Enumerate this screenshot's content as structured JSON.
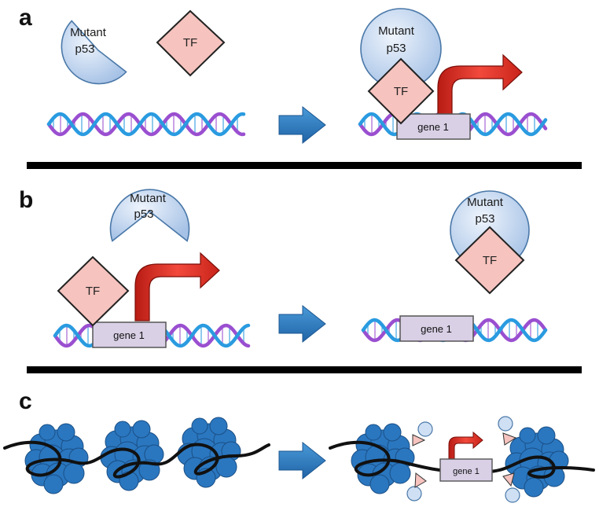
{
  "panels": {
    "a": {
      "label": "a"
    },
    "b": {
      "label": "b"
    },
    "c": {
      "label": "c"
    }
  },
  "labels": {
    "mutant_line1": "Mutant",
    "mutant_line2": "p53",
    "tf": "TF",
    "gene": "gene 1"
  },
  "colors": {
    "p53_fill_light": "#e4eefa",
    "p53_fill_dark": "#a8c4e6",
    "p53_stroke": "#4a78a8",
    "tf_fill": "#f6c3be",
    "tf_stroke": "#222222",
    "gene_fill": "#d9d0e6",
    "gene_stroke": "#555555",
    "dna_strand_a": "#2a9be0",
    "dna_strand_b": "#9a4fd0",
    "process_arrow": "#2f7fc0",
    "transcription_arrow": "#e8362b",
    "nucleosome": "#2a77c0",
    "divider": "#000000"
  }
}
